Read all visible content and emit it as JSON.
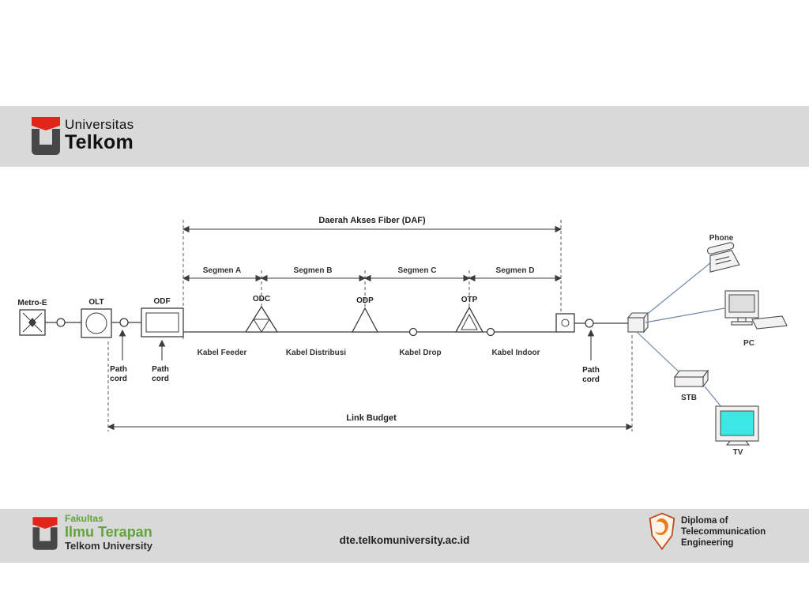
{
  "slide": {
    "header": {
      "line1": "Universitas",
      "line2": "Telkom"
    },
    "footer": {
      "fakultas": "Fakultas",
      "ilmu_terapan": "Ilmu Terapan",
      "telkom_university": "Telkom University",
      "website": "dte.telkomuniversity.ac.id",
      "diploma": [
        "Diploma of",
        "Telecommunication",
        "Engineering"
      ]
    }
  },
  "diagram": {
    "daf": "Daerah Akses Fiber (DAF)",
    "segments": [
      "Segmen A",
      "Segmen B",
      "Segmen C",
      "Segmen D"
    ],
    "nodes": {
      "metro": "Metro-E",
      "olt": "OLT",
      "odf": "ODF",
      "odc": "ODC",
      "odp": "ODP",
      "otp": "OTP"
    },
    "cables": [
      "Kabel Feeder",
      "Kabel Distribusi",
      "Kabel Drop",
      "Kabel Indoor"
    ],
    "path": "Path",
    "cord": "cord",
    "link_budget": "Link Budget",
    "devices": {
      "phone": "Phone",
      "pc": "PC",
      "stb": "STB",
      "tv": "TV"
    }
  },
  "colors": {
    "band_gray": "#d9d9d9",
    "brand_red": "#e1251b",
    "brand_green": "#63a33c",
    "shield_orange": "#e87c1e",
    "tv_screen": "#3ce8e6",
    "line_dark": "#3c3c3c"
  }
}
